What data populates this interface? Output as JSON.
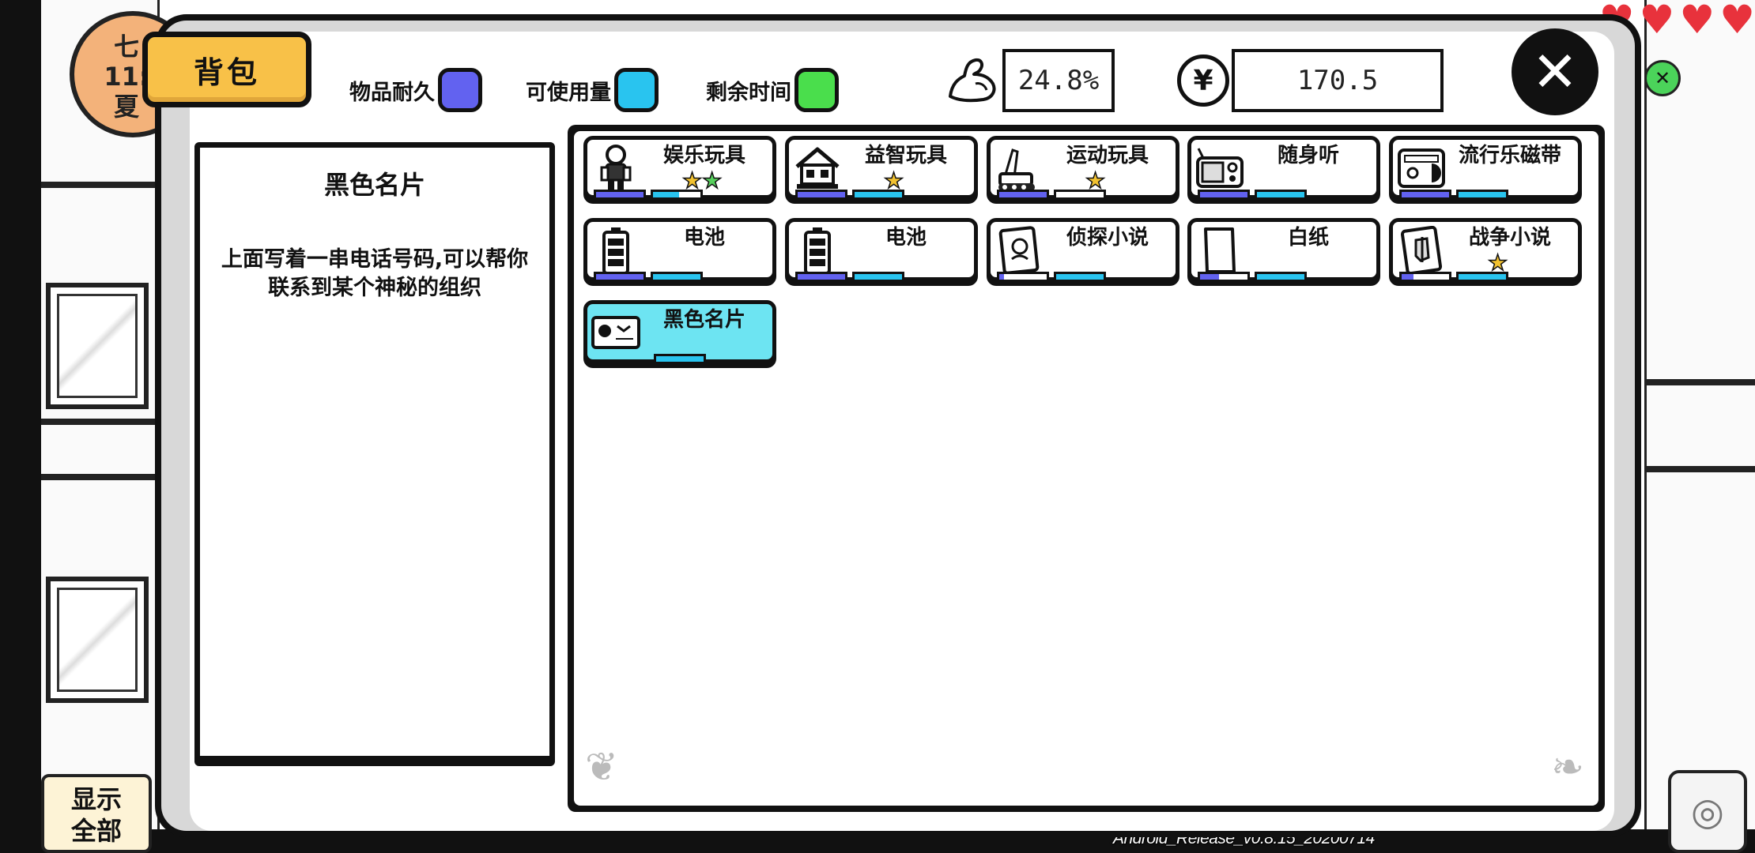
{
  "scene": {
    "clock_lines": [
      "七",
      "11:",
      "夏"
    ],
    "hearts": 4,
    "show_all_label": "显示\n全部",
    "version": "Android_Release_v0.8.15_20200714"
  },
  "header": {
    "tab_label": "背包",
    "legend": [
      {
        "label": "物品耐久",
        "color": "#6262f0"
      },
      {
        "label": "可使用量",
        "color": "#29c4ef"
      },
      {
        "label": "剩余时间",
        "color": "#4ade4c"
      }
    ],
    "stamina": {
      "icon": "muscle-arm-icon",
      "value": "24.8%"
    },
    "money": {
      "icon": "yen-coin-icon",
      "symbol": "¥",
      "value": "170.5"
    },
    "close_icon": "close-icon"
  },
  "detail": {
    "title": "黑色名片",
    "description": "上面写着一串电话号码,可以帮你联系到某个神秘的组织"
  },
  "inventory": {
    "items": [
      {
        "name": "娱乐玩具",
        "icon": "robot-toy-icon",
        "stars": [
          "gold",
          "green"
        ],
        "durability": 1.0,
        "usage": 0.55,
        "selected": false
      },
      {
        "name": "益智玩具",
        "icon": "house-puzzle-icon",
        "stars": [
          "gold"
        ],
        "durability": 1.0,
        "usage": 1.0,
        "selected": false
      },
      {
        "name": "运动玩具",
        "icon": "rc-tank-icon",
        "stars": [
          "gold"
        ],
        "durability": 1.0,
        "usage": 0.0,
        "selected": false
      },
      {
        "name": "随身听",
        "icon": "radio-icon",
        "stars": [],
        "durability": 1.0,
        "usage": 1.0,
        "selected": false
      },
      {
        "name": "流行乐磁带",
        "icon": "cassette-icon",
        "stars": [],
        "durability": 1.0,
        "usage": 1.0,
        "selected": false
      },
      {
        "name": "电池",
        "icon": "battery-icon",
        "stars": [],
        "durability": 1.0,
        "usage": 1.0,
        "selected": false
      },
      {
        "name": "电池",
        "icon": "battery-icon",
        "stars": [],
        "durability": 1.0,
        "usage": 1.0,
        "selected": false
      },
      {
        "name": "侦探小说",
        "icon": "detective-book-icon",
        "stars": [],
        "durability": 0.1,
        "usage": 1.0,
        "selected": false
      },
      {
        "name": "白纸",
        "icon": "paper-icon",
        "stars": [],
        "durability": 0.4,
        "usage": 1.0,
        "selected": false
      },
      {
        "name": "战争小说",
        "icon": "war-book-icon",
        "stars": [
          "gold"
        ],
        "durability": 0.25,
        "usage": 1.0,
        "selected": false
      },
      {
        "name": "黑色名片",
        "icon": "business-card-icon",
        "stars": [],
        "durability": null,
        "usage": 1.0,
        "selected": true
      }
    ]
  }
}
